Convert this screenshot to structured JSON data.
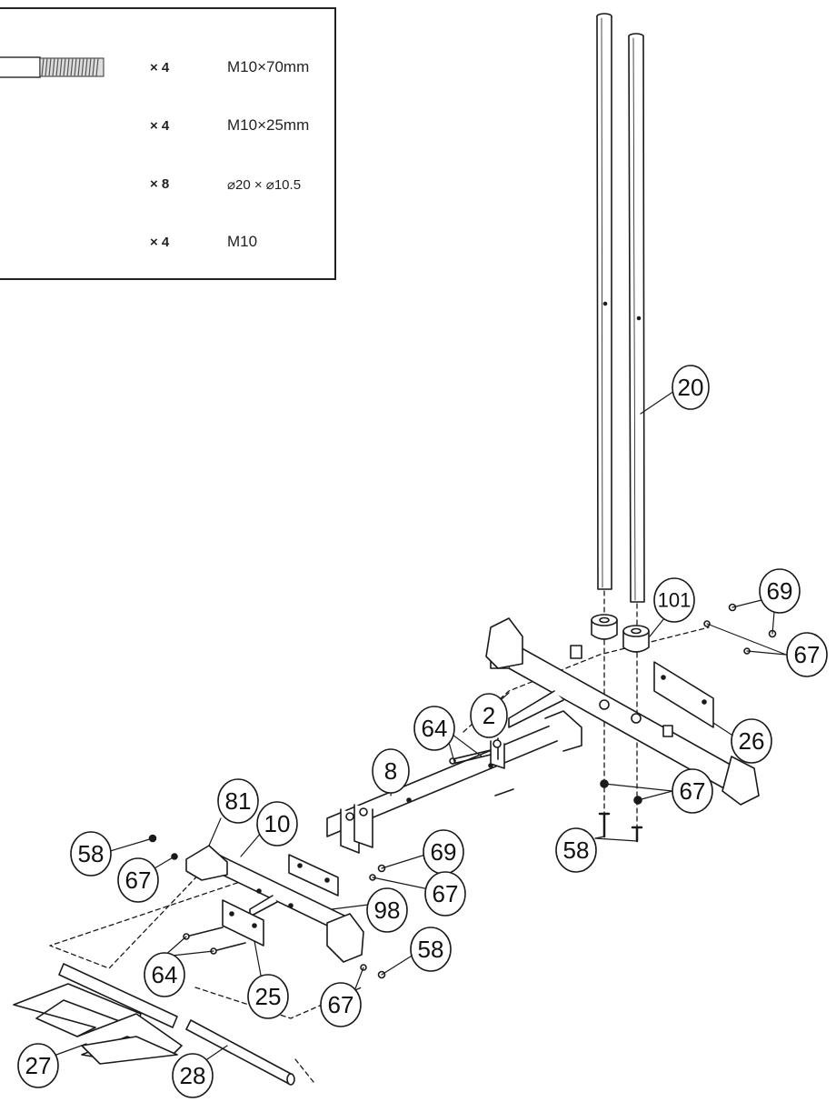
{
  "hardware": [
    {
      "qty": "× 4",
      "spec": "M10×70mm",
      "icon": "bolt-long-icon"
    },
    {
      "qty": "× 4",
      "spec": "M10×25mm",
      "icon": "bolt-short-icon"
    },
    {
      "qty": "× 8",
      "spec": "⌀20 × ⌀10.5",
      "icon": "washer-icon"
    },
    {
      "qty": "× 4",
      "spec": "M10",
      "icon": "nut-icon"
    }
  ],
  "part_labels": {
    "p20": "20",
    "p101": "101",
    "p69_right": "69",
    "p67_right": "67",
    "p2": "2",
    "p26": "26",
    "p64_upper": "64",
    "p8": "8",
    "p67_mid": "67",
    "p58_mid": "58",
    "p81": "81",
    "p10": "10",
    "p58_left": "58",
    "p67_left": "67",
    "p69_lower": "69",
    "p67_lower": "67",
    "p98": "98",
    "p58_lower": "58",
    "p64_lower": "64",
    "p25": "25",
    "p67_bottom": "67",
    "p27": "27",
    "p28": "28"
  },
  "colors": {
    "line": "#1a1a1a",
    "paper": "#ffffff"
  }
}
